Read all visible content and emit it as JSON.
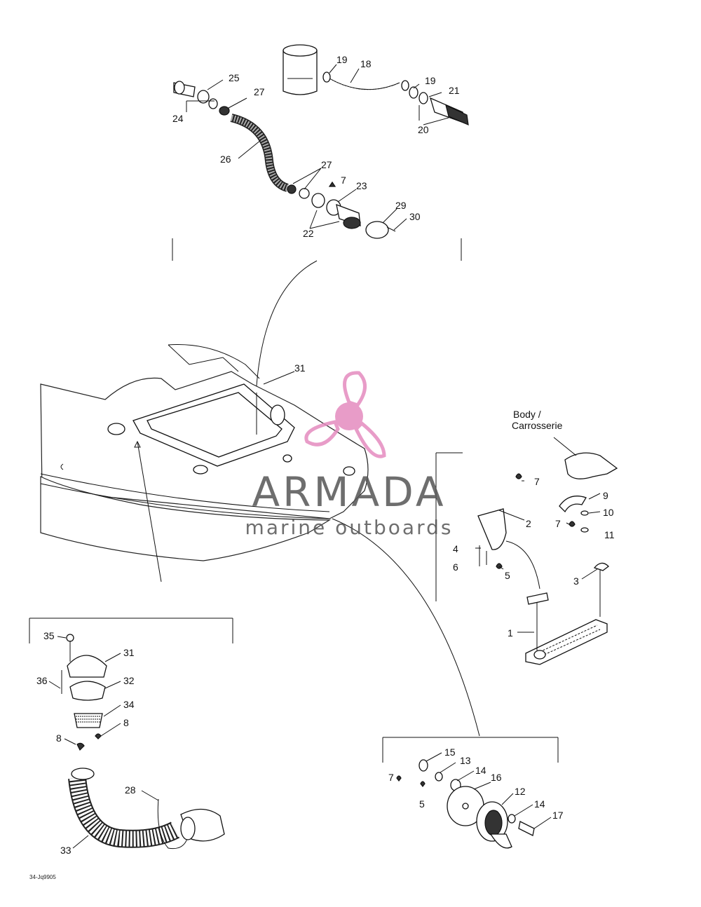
{
  "diagram": {
    "code": "34-Jq9905",
    "body_label_line1": "Body /",
    "body_label_line2": "Carrosserie"
  },
  "callouts": {
    "c1": "1",
    "c2": "2",
    "c3": "3",
    "c4": "4",
    "c5a": "5",
    "c5b": "5",
    "c6": "6",
    "c7a": "7",
    "c7b": "7",
    "c7c": "7",
    "c7d": "7",
    "c8a": "8",
    "c8b": "8",
    "c9": "9",
    "c10": "10",
    "c11": "11",
    "c12": "12",
    "c13": "13",
    "c14a": "14",
    "c14b": "14",
    "c15": "15",
    "c16": "16",
    "c17": "17",
    "c18": "18",
    "c19a": "19",
    "c19b": "19",
    "c20": "20",
    "c21": "21",
    "c22": "22",
    "c23": "23",
    "c24": "24",
    "c25": "25",
    "c26": "26",
    "c27a": "27",
    "c27b": "27",
    "c28": "28",
    "c29": "29",
    "c30": "30",
    "c31a": "31",
    "c31b": "31",
    "c32": "32",
    "c33": "33",
    "c34": "34",
    "c35": "35",
    "c36": "36"
  },
  "watermark": {
    "brand": "ARMADA",
    "tagline": "marine outboards",
    "color": "#e58bbf"
  }
}
